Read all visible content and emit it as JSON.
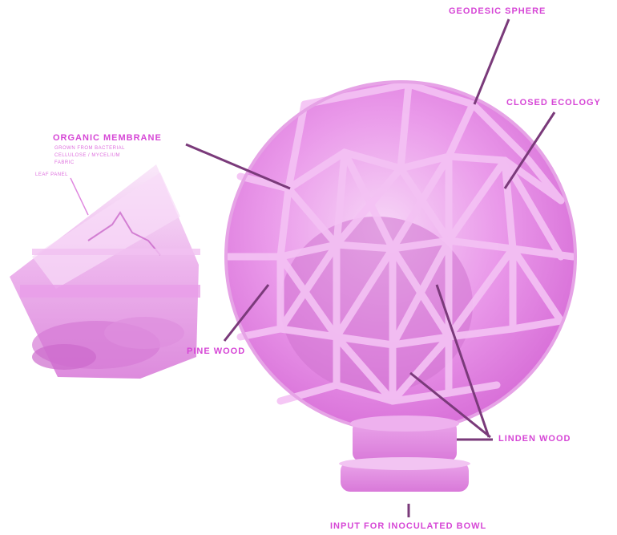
{
  "diagram": {
    "labels": {
      "geodesic_sphere": "Geodesic Sphere",
      "closed_ecology": "Closed Ecology",
      "organic_membrane": "Organic Membrane",
      "membrane_note_1": "grown from bacterial",
      "membrane_note_2": "cellulose / mycelium",
      "membrane_note_3": "fabric",
      "membrane_note_4": "leaf panel",
      "pine_wood": "Pine Wood",
      "linden_wood": "Linden Wood",
      "input": "Input for inoculated bowl"
    },
    "colors": {
      "primary": "#e27be2",
      "accent": "#c94fc9",
      "light": "#f6c7f6",
      "leader": "#7a3a7a"
    }
  }
}
